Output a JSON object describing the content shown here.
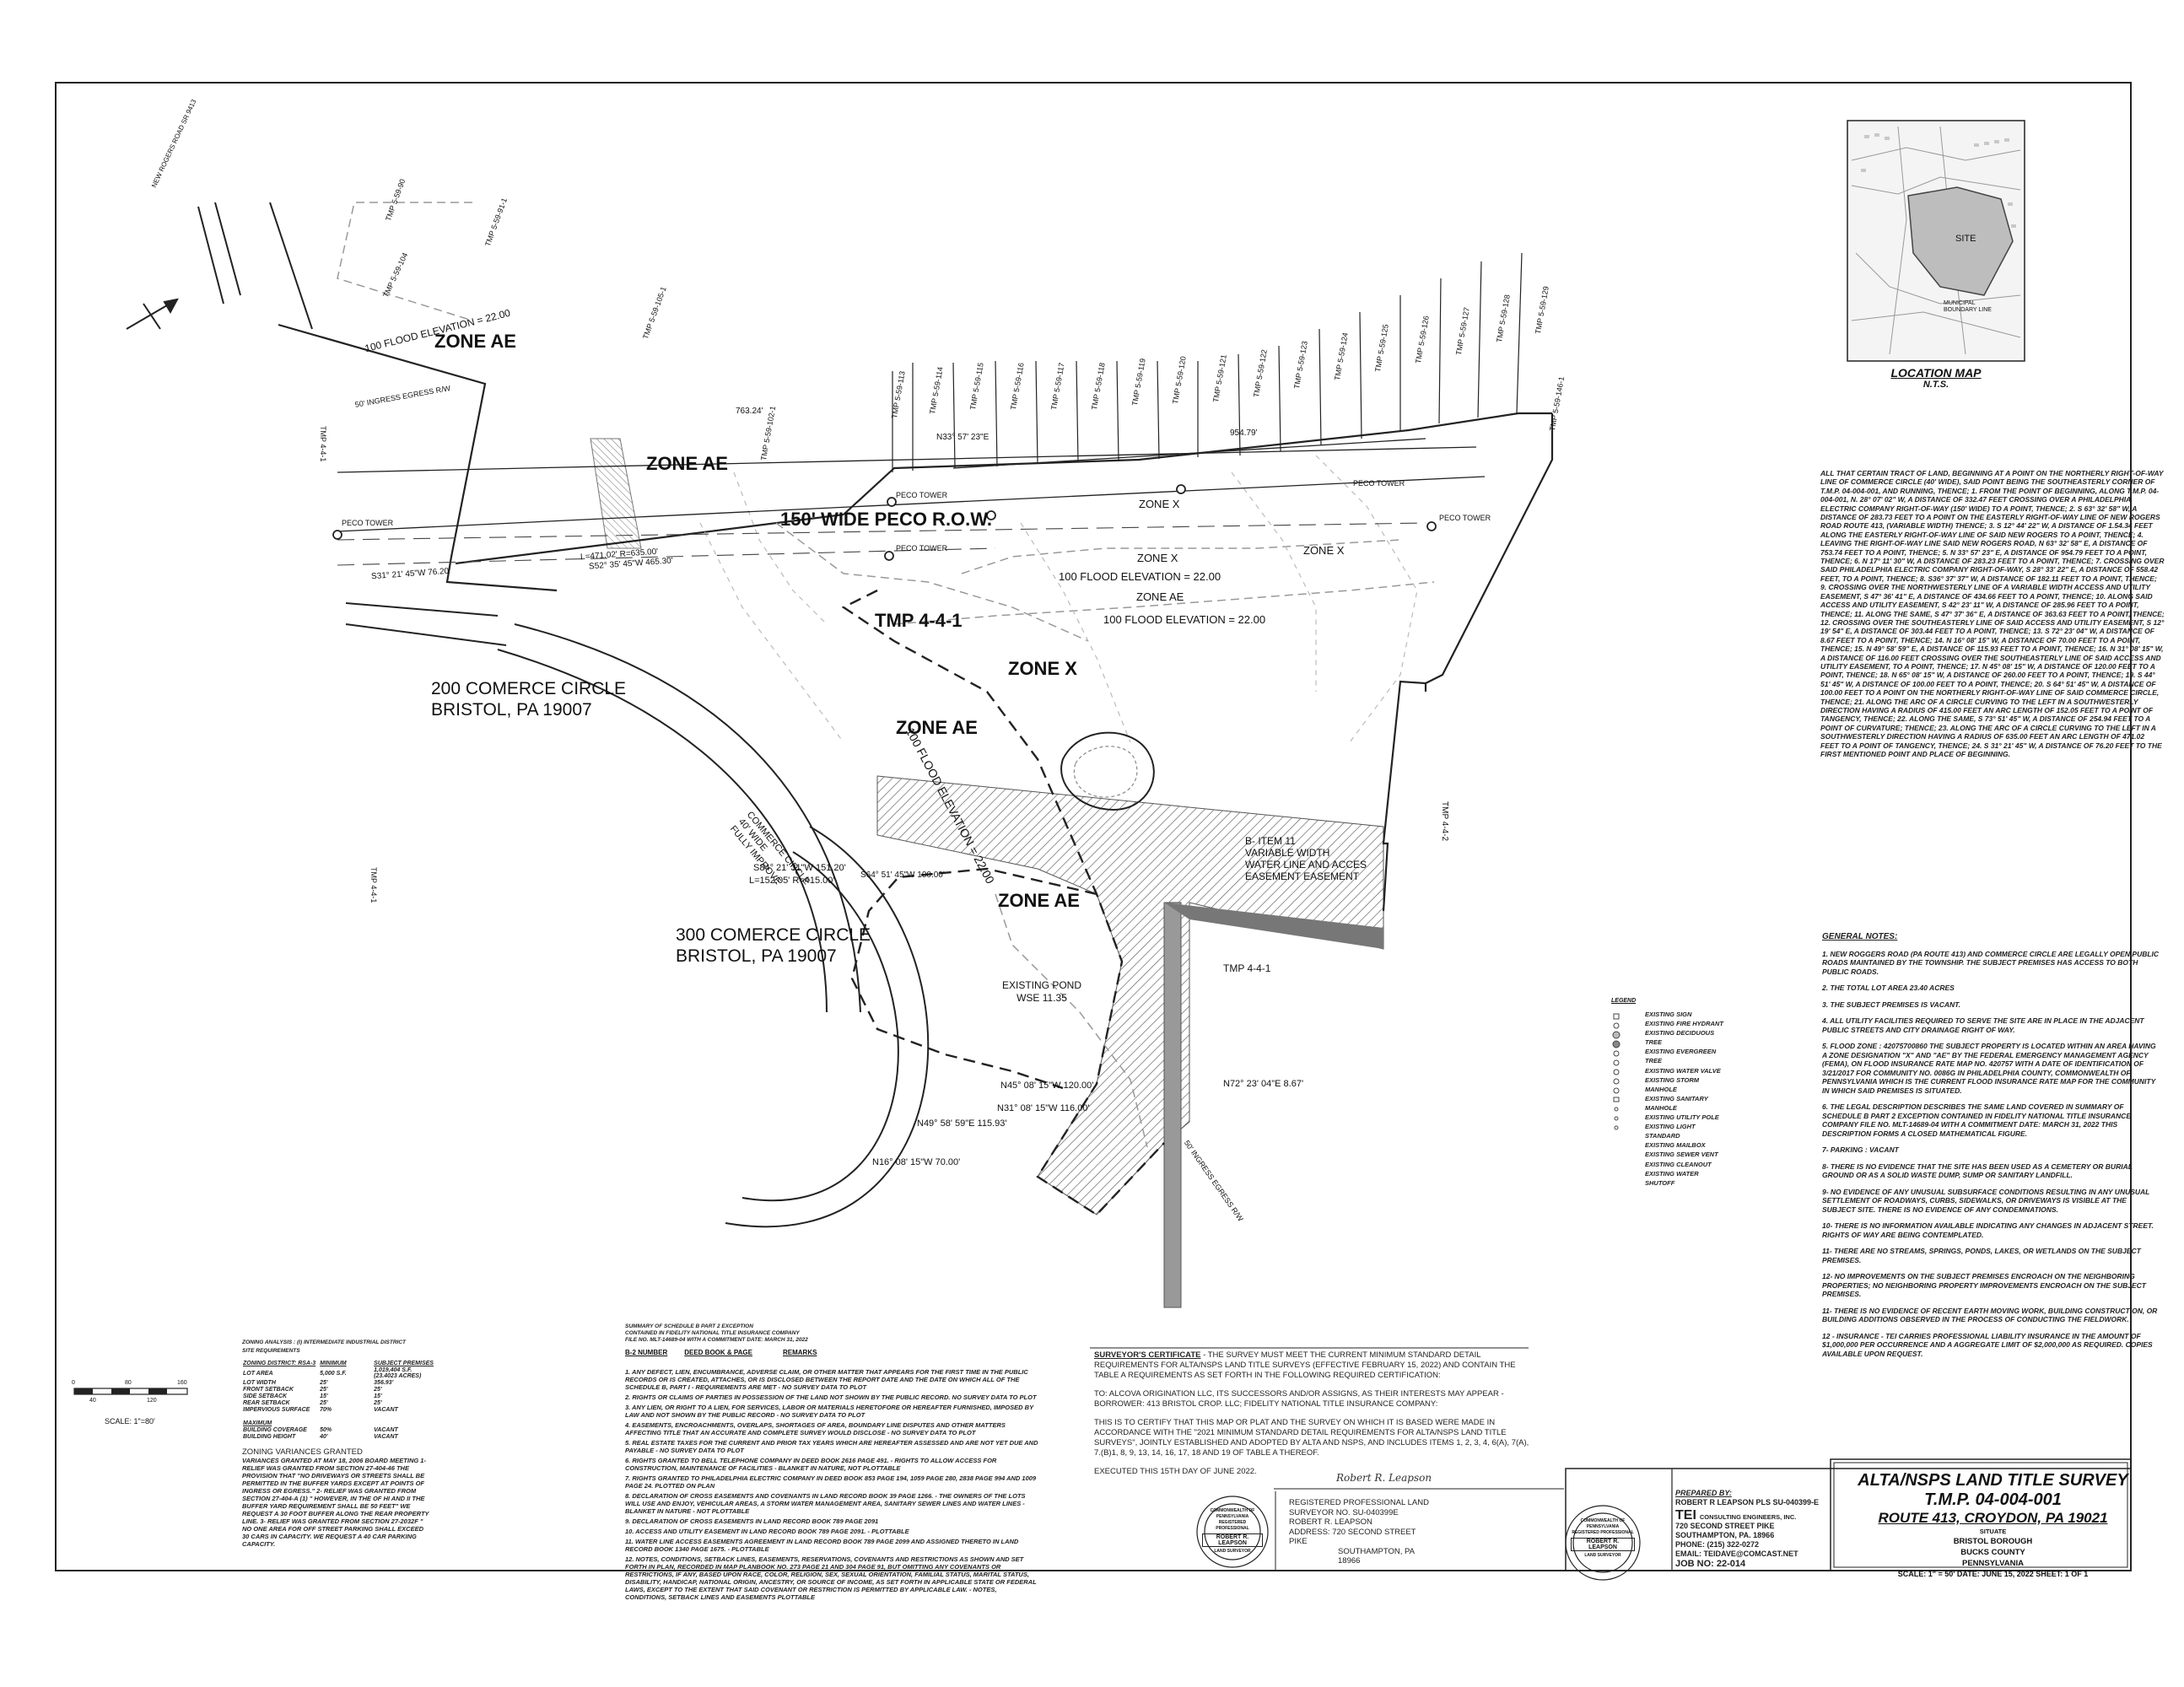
{
  "map": {
    "zones": {
      "ae": "ZONE AE",
      "x": "ZONE X"
    },
    "tmp_main": "TMP 4-4-1",
    "peco_row": "150' WIDE PECO R.O.W.",
    "flood_elev": "100 FLOOD ELEVATION = 22.00",
    "road_label": "NEW ROGERS ROAD SR 9413",
    "peco_tower": "PECO TOWER",
    "existing_pond": "EXISTING POND",
    "pond_wse": "WSE 11.35",
    "easement": [
      "B- ITEM 11",
      "VARIABLE WIDTH",
      "WATER LINE AND ACCES",
      "EASEMENT EASEMENT"
    ],
    "comerce_circle": [
      "COMMERCE CIRCLE",
      "40' WIDE",
      "FULLY IMPROVE"
    ],
    "addr_200": [
      "200 COMERCE CIRCLE",
      "BRISTOL, PA 19007"
    ],
    "addr_300": [
      "300 COMERCE CIRCLE",
      "BRISTOL, PA 19007"
    ],
    "ingress": "50' INGRESS EGRESS R/W",
    "tmp_lots": [
      "TMP 5-59-113",
      "TMP 5-59-114",
      "TMP 5-59-115",
      "TMP 5-59-116",
      "TMP 5-59-117",
      "TMP 5-59-118",
      "TMP 5-59-119",
      "TMP 5-59-120",
      "TMP 5-59-121",
      "TMP 5-59-122",
      "TMP 5-59-123",
      "TMP 5-59-124",
      "TMP 5-59-125",
      "TMP 5-59-126",
      "TMP 5-59-127",
      "TMP 5-59-128",
      "TMP 5-59-129"
    ],
    "tmp_other": {
      "t4_4_1_left": "TMP 4-4-1",
      "t4_4_1_lower": "TMP 4-4-1",
      "t4_4_1_pond": "TMP 4-4-1",
      "t4_4_2": "TMP 4-4-2",
      "t5_59_104": "TMP 5-59-104",
      "t5_59_105": "TMP 5-59-105-1",
      "t5_59_102": "TMP 5-59-102-1",
      "t5_59_90": "TMP 5-59-90",
      "t5_59_91": "TMP 5-59-91-1",
      "t5_59_146": "TMP 5-59-146-1"
    },
    "bearings": {
      "b1": "S31° 21' 45\"W  76.20'",
      "b2": "L=471.02'  R=635.00'",
      "b3": "S52° 35' 45\"W  465.30'",
      "b4": "S84° 21' 31\"W  151.20'",
      "b5": "L=152.05'  R=415.00'",
      "b6": "N45° 08' 15\"W  120.00'",
      "b7": "N31° 08' 15\"W  116.00'",
      "b8": "N49° 58' 59\"E  115.93'",
      "b9": "N16° 08' 15\"W  70.00'",
      "b10": "N72° 23' 04\"E  8.67'",
      "b11": "S64° 51' 45\"W  100.00'",
      "b12": "N33° 57' 23\"E",
      "b13": "954.79'",
      "b14": "763.24'"
    }
  },
  "location_map": {
    "title": "LOCATION MAP",
    "scale": "N.T.S.",
    "site_label": "SITE",
    "municipal": "MUNICIPAL BOUNDARY LINE"
  },
  "legal_description": "ALL THAT CERTAIN TRACT OF LAND, BEGINNING AT A POINT ON THE NORTHERLY RIGHT-OF-WAY LINE OF COMMERCE CIRCLE (40' WIDE), SAID POINT BEING THE SOUTHEASTERLY CORNER OF T.M.P. 04-004-001, AND RUNNING, THENCE; 1. FROM THE POINT OF BEGINNING, ALONG T.M.P. 04-004-001, N. 28° 07' 02\" W, A DISTANCE OF 332.47 FEET CROSSING OVER A PHILADELPHIA ELECTRIC COMPANY RIGHT-OF-WAY (150' WIDE) TO A POINT, THENCE; 2. S 63° 32' 58\" W, A DISTANCE OF 283.73 FEET TO A POINT ON THE EASTERLY RIGHT-OF-WAY LINE OF NEW ROGERS ROAD ROUTE 413, (VARIABLE WIDTH) THENCE; 3. S 12° 44' 22\" W, A DISTANCE OF 1.54.34 FEET ALONG THE EASTERLY RIGHT-OF-WAY LINE OF SAID NEW ROGERS TO A POINT, THENCE; 4. LEAVING THE RIGHT-OF-WAY LINE SAID NEW ROGERS ROAD, N 63° 32' 58\" E, A DISTANCE OF 753.74 FEET TO A POINT, THENCE; 5. N 33° 57' 23\" E, A DISTANCE OF 954.79 FEET TO A POINT, THENCE; 6. N 17° 11' 30\" W, A DISTANCE OF 283.23 FEET TO A POINT, THENCE; 7. CROSSING OVER SAID PHILADELPHIA ELECTRIC COMPANY RIGHT-OF-WAY, S 28° 33' 22\" E, A DISTANCE OF 558.42 FEET, TO A POINT, THENCE; 8. S36° 37' 37\" W, A DISTANCE OF 182.11 FEET TO A POINT, THENCE; 9. CROSSING OVER THE NORTHWESTERLY LINE OF A VARIABLE WIDTH ACCESS AND UTILITY EASEMENT, S 47° 36' 41\" E, A DISTANCE OF 434.66 FEET TO A POINT, THENCE; 10. ALONG SAID ACCESS AND UTILITY EASEMENT, S 42° 23' 11\" W, A DISTANCE OF 285.96 FEET TO A POINT, THENCE; 11. ALONG THE SAME, S 47° 37' 36\" E, A DISTANCE OF 363.63 FEET TO A POINT, THENCE; 12. CROSSING OVER THE SOUTHEASTERLY LINE OF SAID ACCESS AND UTILITY EASEMENT, S 12° 19' 54\" E, A DISTANCE OF 303.44 FEET TO A POINT, THENCE; 13. S 72° 23' 04\" W, A DISTANCE OF 8.67 FEET TO A POINT, THENCE; 14. N 16° 08' 15\" W, A DISTANCE OF 70.00 FEET TO A POINT, THENCE; 15. N 49° 58' 59\" E, A DISTANCE OF 115.93 FEET TO A POINT, THENCE; 16. N 31° 08' 15\" W, A DISTANCE OF 116.00 FEET CROSSING OVER THE SOUTHEASTERLY LINE OF SAID ACCESS AND UTILITY EASEMENT, TO A POINT, THENCE; 17. N 45° 08' 15\" W, A DISTANCE OF 120.00 FEET TO A POINT, THENCE; 18. N 65° 08' 15\" W, A DISTANCE OF 260.00 FEET TO A POINT, THENCE; 19. S 44° 51' 45\" W, A DISTANCE OF 100.00 FEET TO A POINT, THENCE; 20. S 64° 51' 45\" W, A DISTANCE OF 100.00 FEET TO A POINT ON THE NORTHERLY RIGHT-OF-WAY LINE OF SAID COMMERCE CIRCLE, THENCE; 21. ALONG THE ARC OF A CIRCLE CURVING TO THE LEFT IN A SOUTHWESTERLY DIRECTION HAVING A RADIUS OF 415.00 FEET AN ARC LENGTH OF 152.05 FEET TO A POINT OF TANGENCY, THENCE; 22. ALONG THE SAME, S 73° 51' 45\" W, A DISTANCE OF 254.94 FEET TO A POINT OF CURVATURE; THENCE; 23. ALONG THE ARC OF A CIRCLE CURVING TO THE LEFT IN A SOUTHWESTERLY DIRECTION HAVING A RADIUS OF 635.00 FEET AN ARC LENGTH OF 471.02 FEET TO A POINT OF TANGENCY, THENCE; 24. S 31° 21' 45\" W, A DISTANCE OF 76.20 FEET TO THE FIRST MENTIONED POINT AND PLACE OF BEGINNING.",
  "general_notes": {
    "title": "GENERAL NOTES:",
    "items": [
      "1. NEW ROGGERS ROAD (PA ROUTE 413) AND COMMERCE CIRCLE ARE LEGALLY OPEN PUBLIC ROADS MAINTAINED BY THE TOWNSHIP. THE SUBJECT PREMISES HAS ACCESS TO BOTH PUBLIC ROADS.",
      "2. THE TOTAL LOT AREA 23.40 ACRES",
      "3. THE SUBJECT PREMISES IS VACANT.",
      "4. ALL UTILITY FACILITIES REQUIRED TO SERVE THE SITE ARE IN PLACE IN THE ADJACENT PUBLIC STREETS AND CITY DRAINAGE RIGHT OF WAY.",
      "5. FLOOD ZONE : 42075700860 THE SUBJECT PROPERTY IS LOCATED WITHIN AN AREA HAVING A ZONE DESIGNATION \"X\" AND \"AE\" BY THE FEDERAL EMERGENCY MANAGEMENT AGENCY (FEMA), ON FLOOD INSURANCE RATE MAP NO. 420757 WITH A DATE OF IDENTIFICATION OF 3/21/2017 FOR COMMUNITY NO. 0086G IN PHILADELPHIA COUNTY, COMMONWEALTH OF PENNSYLVANIA WHICH IS THE CURRENT FLOOD INSURANCE RATE MAP FOR THE COMMUNITY IN WHICH SAID PREMISES IS SITUATED.",
      "6. THE LEGAL DESCRIPTION DESCRIBES THE SAME LAND COVERED IN SUMMARY OF SCHEDULE B PART 2 EXCEPTION CONTAINED IN FIDELITY NATIONAL TITLE INSURANCE COMPANY FILE NO. MLT-14689-04 WITH A COMMITMENT DATE: MARCH 31, 2022 THIS DESCRIPTION FORMS A CLOSED MATHEMATICAL FIGURE.",
      "7- PARKING : VACANT",
      "8- THERE IS NO EVIDENCE THAT THE SITE HAS BEEN USED AS A CEMETERY OR BURIAL GROUND OR AS A SOLID WASTE DUMP, SUMP OR SANITARY LANDFILL.",
      "9- NO EVIDENCE OF ANY UNUSUAL SUBSURFACE CONDITIONS RESULTING IN ANY UNUSUAL SETTLEMENT OF ROADWAYS, CURBS, SIDEWALKS, OR DRIVEWAYS IS VISIBLE AT THE SUBJECT SITE. THERE IS NO EVIDENCE OF ANY CONDEMNATIONS.",
      "10- THERE IS NO INFORMATION AVAILABLE INDICATING ANY CHANGES IN ADJACENT STREET. RIGHTS OF WAY ARE BEING CONTEMPLATED.",
      "11- THERE ARE NO STREAMS, SPRINGS, PONDS, LAKES, OR WETLANDS ON THE SUBJECT PREMISES.",
      "12- NO IMPROVEMENTS ON THE SUBJECT PREMISES ENCROACH ON THE NEIGHBORING PROPERTIES; NO NEIGHBORING PROPERTY IMPROVEMENTS ENCROACH ON THE SUBJECT PREMISES.",
      "11- THERE IS NO EVIDENCE OF RECENT EARTH MOVING WORK, BUILDING CONSTRUCTION, OR BUILDING ADDITIONS OBSERVED IN THE PROCESS OF CONDUCTING THE FIELDWORK.",
      "12 - INSURANCE - TEI CARRIES PROFESSIONAL LIABILITY INSURANCE IN THE AMOUNT OF $1,000,000 PER OCCURRENCE AND A AGGREGATE LIMIT OF $2,000,000 AS REQUIRED. COPIES AVAILABLE UPON REQUEST."
    ]
  },
  "legend": {
    "title": "LEGEND",
    "items": [
      "EXISTING SIGN",
      "EXISTING FIRE HYDRANT",
      "EXISTING DECIDUOUS TREE",
      "EXISTING EVERGREEN TREE",
      "EXISTING WATER VALVE",
      "EXISTING STORM MANHOLE",
      "EXISTING SANITARY MANHOLE",
      "EXISTING UTILITY POLE",
      "EXISTING LIGHT STANDARD",
      "EXISTING MAILBOX",
      "EXISTING SEWER VENT",
      "EXISTING CLEANOUT",
      "EXISTING WATER SHUTOFF"
    ]
  },
  "zoning": {
    "title": "ZONING ANALYSIS : (I) INTERMEDIATE INDUSTRIAL DISTRICT",
    "subtitle": "SITE REQUIREMENTS",
    "head": [
      "ZONING DISTRICT: RSA-3",
      "MINIMUM",
      "SUBJECT PREMISES"
    ],
    "rows": [
      [
        "LOT AREA",
        "5,000 S.F.",
        "1,019,404 S.F. (23.4023 ACRES)"
      ],
      [
        "LOT WIDTH",
        "25'",
        "356.93'"
      ],
      [
        "FRONT SETBACK",
        "25'",
        "25'"
      ],
      [
        "SIDE SETBACK",
        "15'",
        "15'"
      ],
      [
        "REAR SETBACK",
        "25'",
        "25'"
      ],
      [
        "IMPERVIOUS SURFACE",
        "70%",
        "VACANT"
      ],
      [
        "MAXIMUM",
        "",
        ""
      ],
      [
        "BUILDING COVERAGE",
        "50%",
        "VACANT"
      ],
      [
        "BUILDING HEIGHT",
        "40'",
        "VACANT"
      ]
    ],
    "variances_title": "ZONING VARIANCES GRANTED",
    "variances": "VARIANCES GRANTED AT MAY 18, 2006 BOARD MEETING 1- RELIEF WAS GRANTED FROM SECTION 27-404-46 THE PROVISION THAT \"NO DRIVEWAYS OR STREETS SHALL BE PERMITTED IN THE BUFFER YARDS EXCEPT AT POINTS OF INGRESS OR EGRESS.\" 2- RELIEF WAS GRANTED FROM SECTION 27-404-A (1) \" HOWEVER, IN THE OF HI AND II THE BUFFER YARD REQUIREMENT SHALL BE 50 FEET\" WE REQUEST A 30 FOOT BUFFER ALONG THE REAR PROPERTY LINE. 3- RELIEF WAS GRANTED FROM SECTION 27-2032F \" NO ONE AREA FOR OFF STREET PARKING SHALL EXCEED 30 CARS IN CAPACITY. WE REQUEST A 40 CAR PARKING CAPACITY."
  },
  "scale_bar": {
    "ticks": [
      "0",
      "80",
      "160",
      "40",
      "120"
    ],
    "label": "SCALE:  1\"=80'"
  },
  "schedule_b": {
    "title": [
      "SUMMARY OF SCHEDULE B PART 2 EXCEPTION",
      "CONTAINED IN FIDELITY NATIONAL TITLE INSURANCE COMPANY",
      "FILE NO. MLT-14689-04 WITH A COMMITMENT DATE: MARCH 31, 2022"
    ],
    "head": [
      "B-2 NUMBER",
      "DEED BOOK & PAGE",
      "REMARKS"
    ],
    "rows": [
      "1. ANY DEFECT, LIEN, ENCUMBRANCE, ADVERSE CLAIM, OR OTHER MATTER THAT APPEARS FOR THE FIRST TIME IN THE PUBLIC RECORDS OR IS CREATED, ATTACHES, OR IS DISCLOSED BETWEEN THE REPORT DATE AND THE DATE ON WHICH ALL OF THE SCHEDULE B, PART I - REQUIREMENTS ARE MET - NO SURVEY DATA TO PLOT",
      "2. RIGHTS OR CLAIMS OF PARTIES IN POSSESSION OF THE LAND NOT SHOWN BY THE PUBLIC RECORD. NO SURVEY DATA TO PLOT",
      "3. ANY LIEN, OR RIGHT TO A LIEN, FOR SERVICES, LABOR OR MATERIALS HERETOFORE OR HEREAFTER FURNISHED, IMPOSED BY LAW AND NOT SHOWN BY THE PUBLIC RECORD - NO SURVEY DATA TO PLOT",
      "4. EASEMENTS, ENCROACHMENTS, OVERLAPS, SHORTAGES OF AREA, BOUNDARY LINE DISPUTES AND OTHER MATTERS AFFECTING TITLE THAT AN ACCURATE AND COMPLETE SURVEY WOULD DISCLOSE - NO SURVEY DATA TO PLOT",
      "5. REAL ESTATE TAXES FOR THE CURRENT AND PRIOR TAX YEARS WHICH ARE HEREAFTER ASSESSED AND ARE NOT YET DUE AND PAYABLE - NO SURVEY DATA TO PLOT",
      "6. RIGHTS GRANTED TO BELL TELEPHONE COMPANY IN DEED BOOK 2616 PAGE 491. - RIGHTS TO ALLOW ACCESS FOR CONSTRUCTION, MAINTENANCE OF FACILITIES - BLANKET IN NATURE, NOT PLOTTABLE",
      "7. RIGHTS GRANTED TO PHILADELPHIA ELECTRIC COMPANY IN DEED BOOK 853 PAGE 194, 1059 PAGE 280, 2838 PAGE 994 AND 1009 PAGE 24. PLOTTED ON PLAN",
      "8. DECLARATION OF CROSS EASEMENTS AND COVENANTS IN LAND RECORD BOOK 39 PAGE 1266. - THE OWNERS OF THE LOTS WILL USE AND ENJOY, VEHICULAR AREAS, A STORM WATER MANAGEMENT AREA, SANITARY SEWER LINES AND WATER LINES - BLANKET IN NATURE - NOT PLOTTABLE",
      "9. DECLARATION OF CROSS EASEMENTS IN LAND RECORD BOOK 789 PAGE 2091",
      "10. ACCESS AND UTILITY EASEMENT IN LAND RECORD BOOK 789 PAGE 2091. - PLOTTABLE",
      "11. WATER LINE ACCESS EASEMENTS AGREEMENT IN LAND RECORD BOOK 789 PAGE 2099 AND ASSIGNED THERETO IN LAND RECORD BOOK 1340 PAGE 1675. - PLOTTABLE",
      "12. NOTES, CONDITIONS, SETBACK LINES, EASEMENTS, RESERVATIONS, COVENANTS AND RESTRICTIONS AS SHOWN AND SET FORTH IN PLAN, RECORDED IN MAP PLANBOOK NO. 273 PAGE 21 AND 304 PAGE 91, BUT OMITTING ANY COVENANTS OR RESTRICTIONS, IF ANY, BASED UPON RACE, COLOR, RELIGION, SEX, SEXUAL ORIENTATION, FAMILIAL STATUS, MARITAL STATUS, DISABILITY, HANDICAP, NATIONAL ORIGIN, ANCESTRY, OR SOURCE OF INCOME, AS SET FORTH IN APPLICABLE STATE OR FEDERAL LAWS, EXCEPT TO THE EXTENT THAT SAID COVENANT OR RESTRICTION IS PERMITTED BY APPLICABLE LAW. - NOTES, CONDITIONS, SETBACK LINES AND EASEMENTS PLOTTABLE"
    ]
  },
  "certificate": {
    "heading": "SURVEYOR'S CERTIFICATE",
    "p1": " - THE SURVEY MUST MEET THE CURRENT MINIMUM STANDARD DETAIL REQUIREMENTS FOR ALTA/NSPS LAND TITLE SURVEYS (EFFECTIVE FEBRUARY 15, 2022) AND CONTAIN THE TABLE A REQUIREMENTS AS SET FORTH IN THE FOLLOWING REQUIRED CERTIFICATION:",
    "p2": "TO:  ALCOVA ORIGINATION LLC, ITS SUCCESSORS AND/OR ASSIGNS, AS THEIR INTERESTS MAY APPEAR -BORROWER: 413 BRISTOL CROP. LLC; FIDELITY NATIONAL TITLE INSURANCE COMPANY:",
    "p3": "THIS IS TO CERTIFY THAT THIS MAP OR PLAT AND THE SURVEY ON WHICH IT IS BASED WERE MADE IN ACCORDANCE WITH THE \"2021 MINIMUM STANDARD DETAIL REQUIREMENTS FOR ALTA/NSPS LAND TITLE SURVEYS\", JOINTLY ESTABLISHED AND ADOPTED BY ALTA AND NSPS, AND INCLUDES ITEMS 1, 2, 3, 4, 6(A), 7(A), 7.(B)1, 8, 9, 13, 14, 16, 17, 18 AND 19 OF TABLE A THEREOF.",
    "p4": "EXECUTED THIS 15TH DAY OF JUNE  2022."
  },
  "registration": {
    "signature": "Robert R. Leapson",
    "lines": [
      "REGISTERED PROFESSIONAL LAND",
      "SURVEYOR NO.  SU-040399E",
      "ROBERT  R. LEAPSON",
      "ADDRESS:  720 SECOND STREET PIKE",
      "SOUTHAMPTON, PA 18966"
    ],
    "seal_top": "COMMONWEALTH OF PENNSYLVANIA",
    "seal_mid": "REGISTERED PROFESSIONAL",
    "seal_name": "ROBERT R. LEAPSON",
    "seal_bottom": "LAND SURVEYOR"
  },
  "preparer": {
    "label": "PREPARED BY:",
    "by": "ROBERT R LEAPSON PLS SU-040399-E",
    "company_short": "TEI",
    "company": "CONSULTING ENGINEERS, INC.",
    "lines": [
      "720 SECOND STREET PIKE",
      "SOUTHAMPTON, PA. 18966",
      "PHONE: (215) 322-0272",
      "EMAIL: TEIDAVE@COMCAST.NET"
    ],
    "job": "JOB NO: 22-014"
  },
  "title_block": {
    "title": "ALTA/NSPS LAND TITLE SURVEY",
    "tmp": "T.M.P. 04-004-001",
    "route": "ROUTE 413, CROYDON, PA 19021",
    "lines": [
      "SITUATE",
      "BRISTOL BOROUGH",
      "BUCKS COUNTY",
      "PENNSYLVANIA"
    ],
    "scale_line": "SCALE: 1\" = 50'  DATE: JUNE 15, 2022 SHEET: 1  OF  1"
  },
  "colors": {
    "ink": "#222222",
    "hatch": "#555555",
    "road": "#888888",
    "flood": "#8a8a8a",
    "zone_x": "#b5b5b5"
  }
}
